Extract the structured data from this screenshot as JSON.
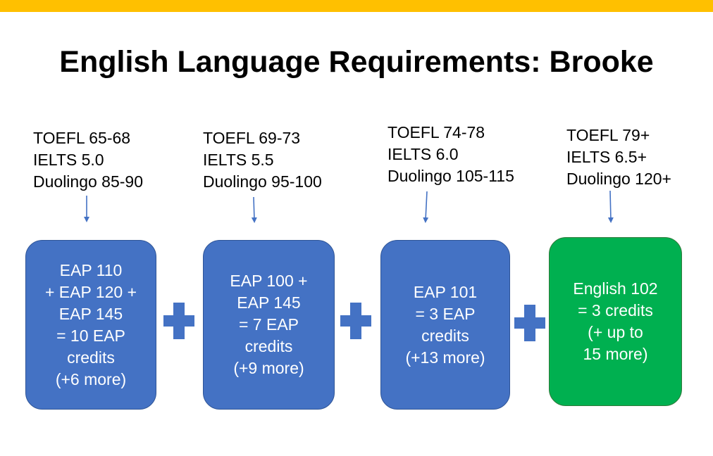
{
  "colors": {
    "accent_bar": "#FFC000",
    "box_blue": "#4472C4",
    "box_blue_border": "#2F5597",
    "box_green": "#00B050",
    "box_green_border": "#2F7A3A",
    "plus": "#4472C4",
    "arrow": "#4472C4"
  },
  "title": "English Language Requirements: Brooke",
  "columns": [
    {
      "requirements": [
        "TOEFL 65-68",
        "IELTS 5.0",
        "Duolingo 85-90"
      ],
      "box_lines": [
        "EAP 110",
        "+ EAP 120 +",
        "EAP 145",
        "= 10 EAP",
        "credits",
        "(+6 more)"
      ]
    },
    {
      "requirements": [
        "TOEFL 69-73",
        "IELTS 5.5",
        "Duolingo 95-100"
      ],
      "box_lines": [
        "EAP 100 +",
        "EAP 145",
        "= 7 EAP",
        "credits",
        "(+9 more)"
      ]
    },
    {
      "requirements": [
        "TOEFL 74-78",
        "IELTS 6.0",
        "Duolingo 105-115"
      ],
      "box_lines": [
        "EAP 101",
        "= 3 EAP",
        "credits",
        "(+13 more)"
      ]
    },
    {
      "requirements": [
        "TOEFL 79+",
        "IELTS 6.5+",
        "Duolingo 120+"
      ],
      "box_lines": [
        "English 102",
        "= 3 credits",
        "(+ up to",
        "15 more)"
      ]
    }
  ]
}
